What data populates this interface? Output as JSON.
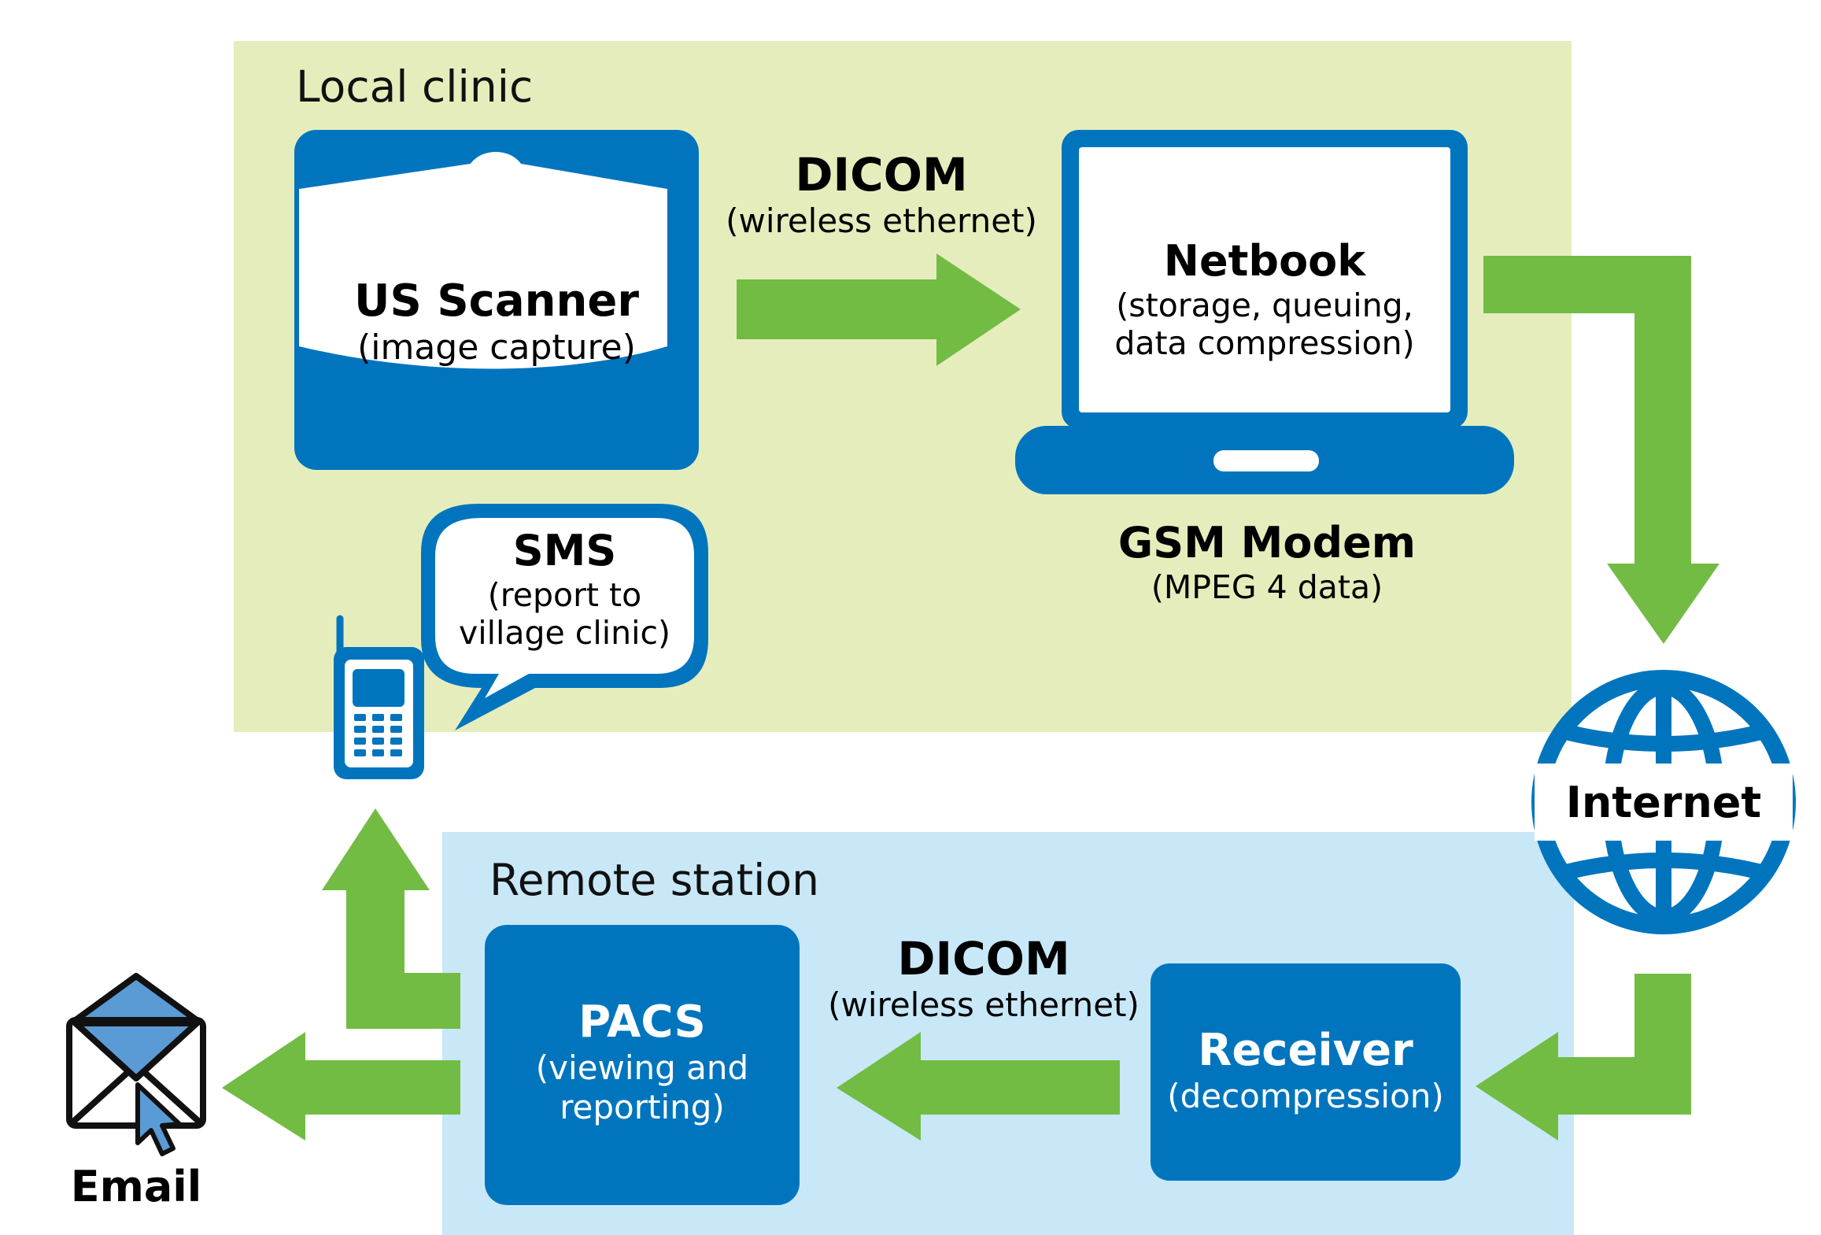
{
  "colors": {
    "clinic_bg": "#e6edbc",
    "remote_bg": "#c8e8f8",
    "blue": "#0075be",
    "green": "#72bc44",
    "white": "#ffffff",
    "black": "#000000"
  },
  "regions": {
    "local_clinic": "Local clinic",
    "remote_station": "Remote station"
  },
  "us_scanner": {
    "title": "US Scanner",
    "subtitle": "(image capture)"
  },
  "dicom_top": {
    "title": "DICOM",
    "subtitle": "(wireless ethernet)"
  },
  "netbook": {
    "title": "Netbook",
    "line1": "(storage, queuing,",
    "line2": "data compression)"
  },
  "gsm_modem": {
    "title": "GSM Modem",
    "subtitle": "(MPEG 4 data)"
  },
  "sms": {
    "title": "SMS",
    "line1": "(report to",
    "line2": "village clinic)"
  },
  "internet": {
    "label": "Internet"
  },
  "receiver": {
    "title": "Receiver",
    "subtitle": "(decompression)"
  },
  "dicom_bottom": {
    "title": "DICOM",
    "subtitle": "(wireless ethernet)"
  },
  "pacs": {
    "title": "PACS",
    "line1": "(viewing and",
    "line2": "reporting)"
  },
  "email": {
    "label": "Email"
  },
  "icons": [
    "scanner-fan-icon",
    "laptop-icon",
    "globe-icon",
    "mobile-phone-icon",
    "speech-bubble-icon",
    "envelope-cursor-icon"
  ]
}
